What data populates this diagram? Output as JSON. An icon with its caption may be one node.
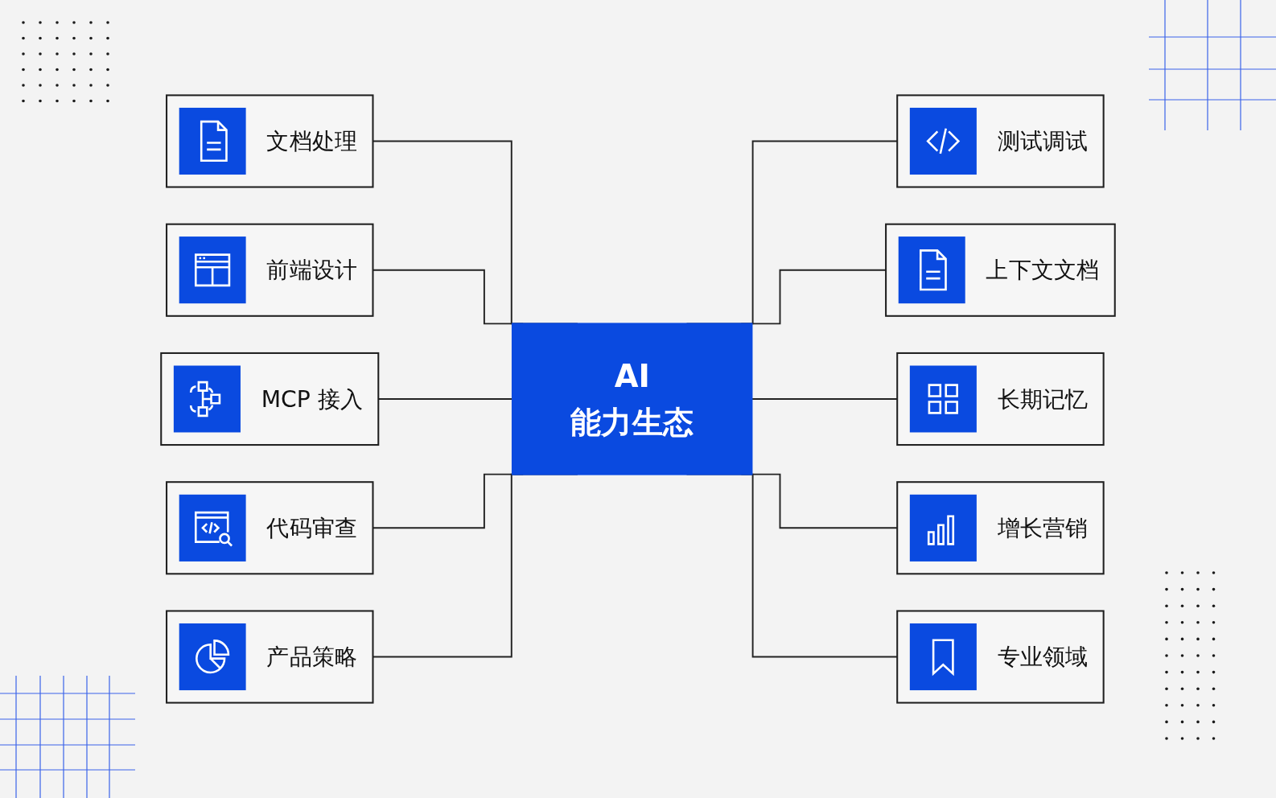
{
  "diagram": {
    "nodes": [
      {
        "text": [
          "文档处理"
        ]
      },
      {
        "text": [
          "前端设计"
        ]
      },
      {
        "text": [
          "测试调试"
        ]
      },
      {
        "text": [
          "MCP 接入"
        ]
      },
      {
        "text": [
          "AI",
          "能力生态"
        ]
      },
      {
        "text": [
          "上下文文档"
        ]
      },
      {
        "text": [
          "代码审查"
        ]
      },
      {
        "text": [
          "长期记忆"
        ]
      },
      {
        "text": [
          "产品策略"
        ]
      },
      {
        "text": [
          "增长营销"
        ]
      },
      {
        "text": [
          "专业领域"
        ]
      }
    ],
    "edges": [
      {
        "from": 0,
        "to": 4,
        "arrow": "none"
      },
      {
        "from": 1,
        "to": 4,
        "arrow": "none"
      },
      {
        "from": 4,
        "to": 2,
        "arrow": "none"
      },
      {
        "from": 3,
        "to": 4,
        "arrow": "none"
      },
      {
        "from": 4,
        "to": 5,
        "arrow": "none"
      },
      {
        "from": 6,
        "to": 4,
        "arrow": "none"
      },
      {
        "from": 4,
        "to": 7,
        "arrow": "none"
      },
      {
        "from": 8,
        "to": 4,
        "arrow": "none"
      },
      {
        "from": 4,
        "to": 9,
        "arrow": "none"
      },
      {
        "from": 4,
        "to": 10,
        "arrow": "none"
      }
    ]
  }
}
